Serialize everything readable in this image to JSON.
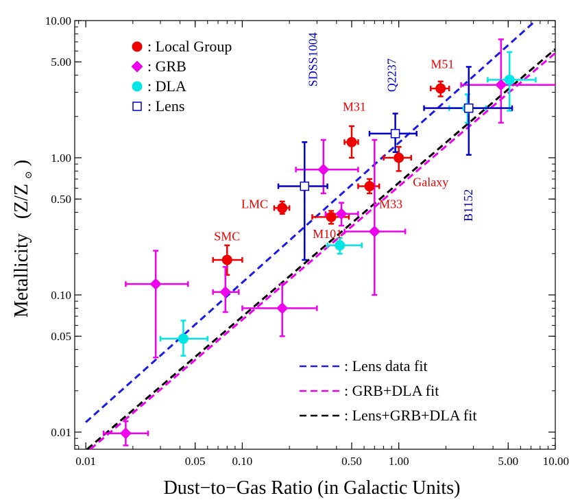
{
  "chart_data": {
    "type": "scatter",
    "title": "",
    "xlabel": "Dust−to−Gas Ratio (in Galactic Units)",
    "ylabel_main": "Metallicity",
    "ylabel_unit": "(Z/Z",
    "ylabel_sub": "⊙",
    "ylabel_close": ")",
    "xscale": "log",
    "yscale": "log",
    "xlim": [
      0.0085,
      10.0
    ],
    "ylim": [
      0.0075,
      10.0
    ],
    "grid": false,
    "legend_position": "top-left and bottom-right",
    "x_ticks": [
      {
        "value": 0.01,
        "label": "0.01"
      },
      {
        "value": 0.05,
        "label": "0.05"
      },
      {
        "value": 0.1,
        "label": "0.10"
      },
      {
        "value": 0.5,
        "label": "0.50"
      },
      {
        "value": 1.0,
        "label": "1.00"
      },
      {
        "value": 5.0,
        "label": "5.00"
      },
      {
        "value": 10.0,
        "label": "10.00"
      }
    ],
    "y_ticks": [
      {
        "value": 0.01,
        "label": "0.01"
      },
      {
        "value": 0.05,
        "label": "0.05"
      },
      {
        "value": 0.1,
        "label": "0.10"
      },
      {
        "value": 0.5,
        "label": "0.50"
      },
      {
        "value": 1.0,
        "label": "1.00"
      },
      {
        "value": 5.0,
        "label": "5.00"
      },
      {
        "value": 10.0,
        "label": "10.00"
      }
    ],
    "series": [
      {
        "name": "Local Group",
        "legend_label": ":  Local Group",
        "marker": "circle",
        "color": "#ee0000",
        "points": [
          {
            "label": "SMC",
            "x": 0.08,
            "y": 0.18,
            "xerr": [
              0.065,
              0.1
            ],
            "yerr": [
              0.14,
              0.23
            ]
          },
          {
            "label": "LMC",
            "x": 0.18,
            "y": 0.43,
            "xerr": [
              0.16,
              0.2
            ],
            "yerr": [
              0.39,
              0.48
            ]
          },
          {
            "label": "M101",
            "x": 0.37,
            "y": 0.37,
            "xerr": [
              0.28,
              0.48
            ],
            "yerr": [
              0.33,
              0.41
            ]
          },
          {
            "label": "M31",
            "x": 0.5,
            "y": 1.3,
            "xerr": [
              0.45,
              0.55
            ],
            "yerr": [
              1.0,
              1.7
            ]
          },
          {
            "label": "M33",
            "x": 0.65,
            "y": 0.62,
            "xerr": [
              0.55,
              0.75
            ],
            "yerr": [
              0.55,
              0.7
            ]
          },
          {
            "label": "Galaxy",
            "x": 1.0,
            "y": 1.0,
            "xerr": [
              0.8,
              1.2
            ],
            "yerr": [
              0.8,
              1.2
            ]
          },
          {
            "label": "M51",
            "x": 1.85,
            "y": 3.2,
            "xerr": [
              1.6,
              2.1
            ],
            "yerr": [
              2.8,
              3.6
            ]
          }
        ]
      },
      {
        "name": "GRB",
        "legend_label": ":  GRB",
        "marker": "diamond",
        "color": "#ee00ee",
        "points": [
          {
            "label": "",
            "x": 0.018,
            "y": 0.0098,
            "xerr": [
              0.013,
              0.025
            ],
            "yerr": [
              0.008,
              0.012
            ]
          },
          {
            "label": "",
            "x": 0.028,
            "y": 0.12,
            "xerr": [
              0.018,
              0.045
            ],
            "yerr": [
              0.035,
              0.21
            ]
          },
          {
            "label": "",
            "x": 0.078,
            "y": 0.105,
            "xerr": [
              0.065,
              0.095
            ],
            "yerr": [
              0.075,
              0.16
            ]
          },
          {
            "label": "",
            "x": 0.18,
            "y": 0.08,
            "xerr": [
              0.1,
              0.3
            ],
            "yerr": [
              0.05,
              0.12
            ]
          },
          {
            "label": "",
            "x": 0.33,
            "y": 0.82,
            "xerr": [
              0.22,
              0.55
            ],
            "yerr": [
              0.55,
              1.35
            ]
          },
          {
            "label": "",
            "x": 0.43,
            "y": 0.39,
            "xerr": [
              0.34,
              0.55
            ],
            "yerr": [
              0.32,
              0.47
            ]
          },
          {
            "label": "",
            "x": 0.7,
            "y": 0.29,
            "xerr": [
              0.45,
              1.1
            ],
            "yerr": [
              0.1,
              1.35
            ]
          },
          {
            "label": "",
            "x": 4.5,
            "y": 3.4,
            "xerr": [
              2.5,
              10.0
            ],
            "yerr": [
              1.8,
              7.3
            ]
          }
        ]
      },
      {
        "name": "DLA",
        "legend_label": ":  DLA",
        "marker": "circle",
        "color": "#00e5e5",
        "points": [
          {
            "label": "",
            "x": 0.042,
            "y": 0.048,
            "xerr": [
              0.03,
              0.06
            ],
            "yerr": [
              0.036,
              0.065
            ]
          },
          {
            "label": "",
            "x": 0.42,
            "y": 0.23,
            "xerr": [
              0.35,
              0.58
            ],
            "yerr": [
              0.2,
              0.26
            ]
          },
          {
            "label": "",
            "x": 2.75,
            "y": 2.3,
            "xerr": [
              2.1,
              3.6
            ],
            "yerr": [
              1.8,
              2.9
            ]
          },
          {
            "label": "",
            "x": 5.1,
            "y": 3.7,
            "xerr": [
              3.7,
              7.5
            ],
            "yerr": [
              2.2,
              5.9
            ]
          }
        ]
      },
      {
        "name": "Lens",
        "legend_label": ":  Lens",
        "marker": "open-square",
        "color": "#0000cc",
        "points": [
          {
            "label": "",
            "x": 0.25,
            "y": 0.62,
            "xerr": [
              0.17,
              0.35
            ],
            "yerr": [
              0.18,
              1.3
            ]
          },
          {
            "label": "",
            "x": 0.95,
            "y": 1.5,
            "xerr": [
              0.65,
              1.3
            ],
            "yerr": [
              1.1,
              2.1
            ]
          },
          {
            "label": "",
            "x": 2.8,
            "y": 2.3,
            "xerr": [
              1.45,
              5.3
            ],
            "yerr": [
              1.05,
              4.6
            ]
          }
        ]
      }
    ],
    "fits": [
      {
        "name": "Lens data fit",
        "legend_label": ":  Lens data fit",
        "color": "#1a1ae6",
        "x": [
          0.01,
          7.5
        ],
        "y": [
          0.0118,
          10.0
        ]
      },
      {
        "name": "GRB+DLA fit",
        "legend_label": ":  GRB+DLA fit",
        "color": "#ee00ee",
        "x": [
          0.0107,
          10.0
        ],
        "y": [
          0.0075,
          5.8
        ]
      },
      {
        "name": "Lens+GRB+DLA fit",
        "legend_label": ":  Lens+GRB+DLA fit",
        "color": "#000000",
        "x": [
          0.0102,
          10.0
        ],
        "y": [
          0.0075,
          6.2
        ]
      }
    ],
    "annotations": [
      {
        "text": "SMC",
        "x": 0.08,
        "y": 0.25,
        "color": "#ee0000",
        "rotate": false
      },
      {
        "text": "LMC",
        "x": 0.12,
        "y": 0.43,
        "color": "#ee0000",
        "rotate": false
      },
      {
        "text": "M101",
        "x": 0.35,
        "y": 0.26,
        "color": "#ee0000",
        "rotate": false
      },
      {
        "text": "M31",
        "x": 0.52,
        "y": 2.2,
        "color": "#ee0000",
        "rotate": false
      },
      {
        "text": "M33",
        "x": 0.89,
        "y": 0.43,
        "color": "#ee0000",
        "rotate": false
      },
      {
        "text": "Galaxy",
        "x": 1.6,
        "y": 0.62,
        "color": "#ee0000",
        "rotate": false
      },
      {
        "text": "M51",
        "x": 1.9,
        "y": 4.5,
        "color": "#ee0000",
        "rotate": false
      },
      {
        "text": "SDSS1004",
        "x": 0.3,
        "y": 5.2,
        "color": "#0000cc",
        "rotate": true
      },
      {
        "text": "Q2237",
        "x": 0.96,
        "y": 4.0,
        "color": "#0000cc",
        "rotate": true
      },
      {
        "text": "B1152",
        "x": 2.95,
        "y": 0.45,
        "color": "#0000cc",
        "rotate": true
      }
    ]
  }
}
